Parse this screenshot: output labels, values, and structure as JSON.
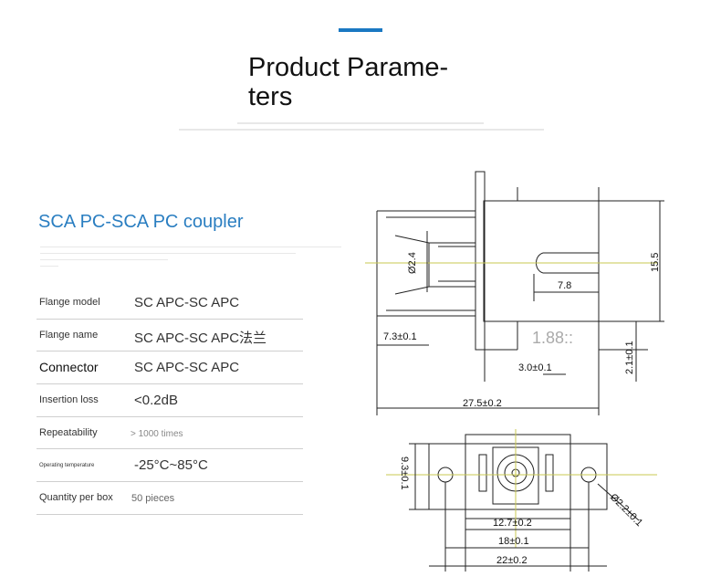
{
  "header": {
    "title": "Product Parame-ters"
  },
  "product": {
    "name": "SCA PC-SCA PC coupler"
  },
  "parameters": [
    {
      "label": "Flange model",
      "value": "SC APC-SC APC"
    },
    {
      "label": "Flange name",
      "value": "SC APC-SC APC法兰"
    },
    {
      "label": "Connector",
      "value": "SC APC-SC APC"
    },
    {
      "label": "Insertion loss",
      "value": "<0.2dB"
    },
    {
      "label": "Repeatability",
      "value": "> 1000 times"
    },
    {
      "label": "Operating temperature",
      "value": "-25°C~85°C"
    },
    {
      "label": "Quantity per box",
      "value": "50 pieces"
    }
  ],
  "drawing": {
    "dimensions": {
      "inner_diameter": "Ø2.4",
      "height": "15.5",
      "pin_length": "7.8",
      "flange_offset": "7.3±0.1",
      "faded_value": "1.88::",
      "thickness": "3.0±0.1",
      "side_offset": "2.1±0.1",
      "total_length": "27.5±0.2",
      "front_height": "9.3±0.1",
      "hole_diameter": "Ø2.2±0.1",
      "inner_width": "12.7±0.2",
      "body_width": "18±0.1",
      "flange_width": "22±0.2"
    }
  },
  "colors": {
    "accent": "#1a78c2",
    "product_name": "#2a7ec1",
    "row_divider": "#cfcfcf"
  }
}
